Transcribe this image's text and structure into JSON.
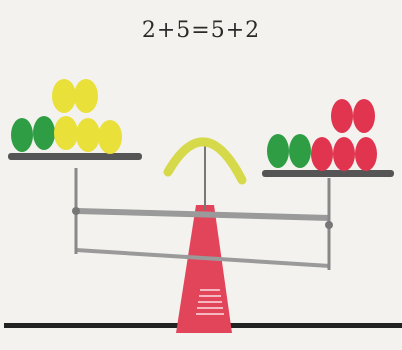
{
  "equation": "2+5=5+2",
  "left_pan": {
    "green": 2,
    "yellow": 5
  },
  "right_pan": {
    "green": 2,
    "red": 5
  },
  "colors": {
    "green": "#2f9d44",
    "yellow": "#e9e03a",
    "red": "#e0344f",
    "stand": "#e2445a",
    "arc": "#d6d94a",
    "bar": "#9a9a9a",
    "floor": "#222222"
  }
}
